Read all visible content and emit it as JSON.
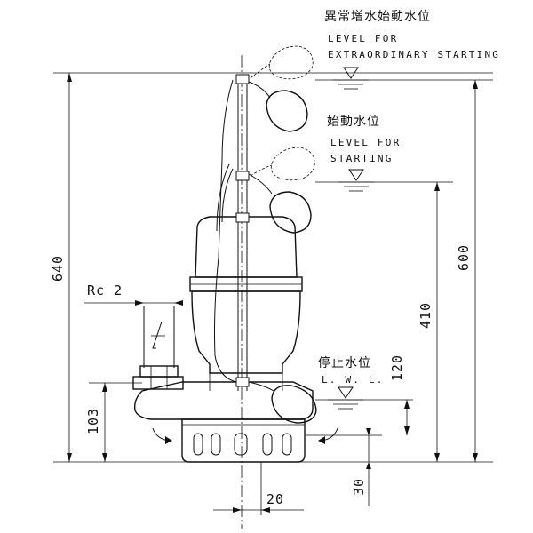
{
  "levels": {
    "extraordinary": {
      "jp": "異常増水始動水位",
      "en_line1": "LEVEL FOR",
      "en_line2": "EXTRAORDINARY STARTING"
    },
    "starting": {
      "jp": "始動水位",
      "en_line1": "LEVEL FOR",
      "en_line2": "STARTING"
    },
    "stop": {
      "jp": "停止水位",
      "en": "L. W. L."
    }
  },
  "pipe": {
    "thread_label": "Rc 2"
  },
  "dimensions": {
    "d640": "640",
    "d600": "600",
    "d410": "410",
    "d120": "120",
    "d103": "103",
    "d30": "30",
    "d20": "20"
  }
}
